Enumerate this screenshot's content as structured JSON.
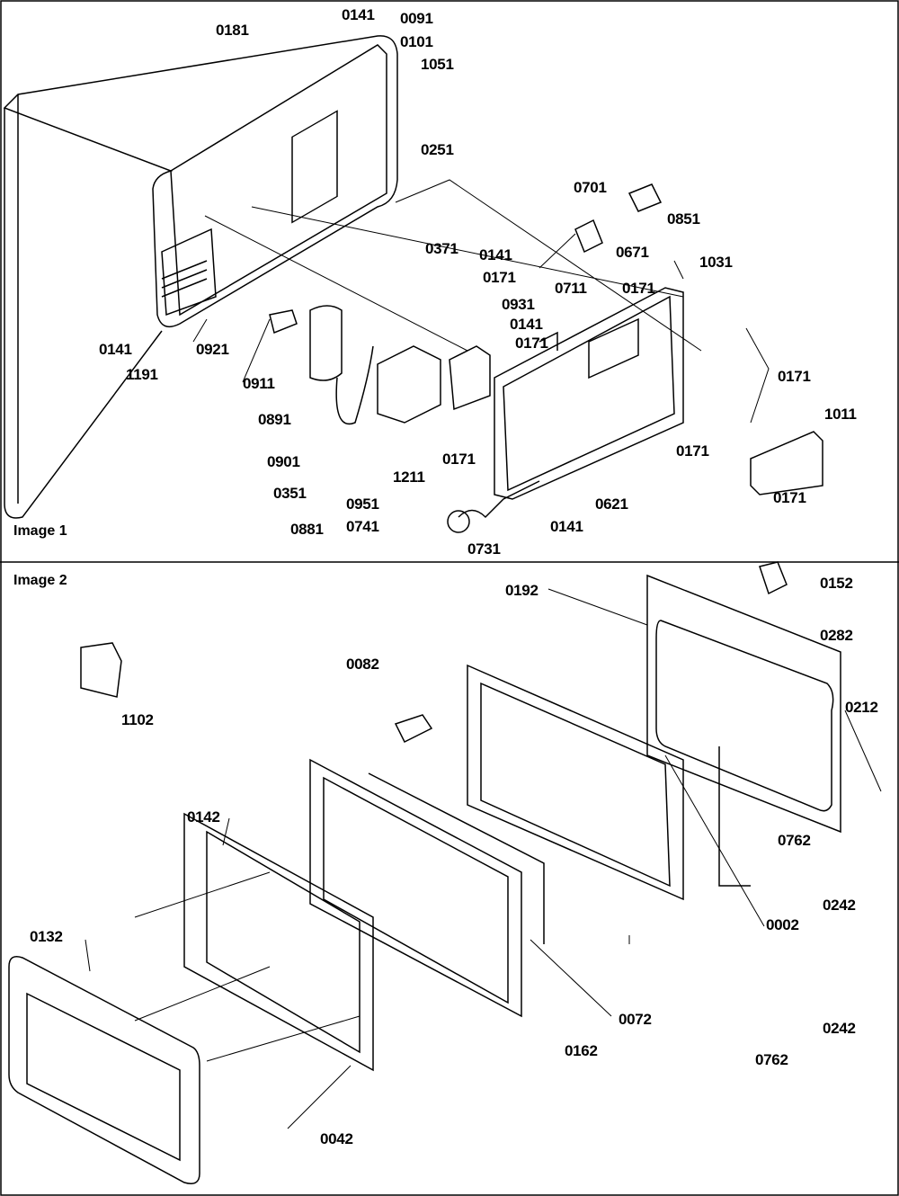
{
  "image1": {
    "caption": "Image 1",
    "labels": [
      "0181",
      "0141",
      "0091",
      "0101",
      "1051",
      "0251",
      "0701",
      "0851",
      "0671",
      "0371",
      "0141",
      "0171",
      "0711",
      "0171",
      "1031",
      "0931",
      "0141",
      "0171",
      "0171",
      "1011",
      "0141",
      "1191",
      "0921",
      "0911",
      "0891",
      "0901",
      "0351",
      "0881",
      "0951",
      "0741",
      "1211",
      "0171",
      "0171",
      "0621",
      "0141",
      "0171",
      "0731"
    ]
  },
  "image2": {
    "caption": "Image 2",
    "labels": [
      "0192",
      "0152",
      "0282",
      "0082",
      "1102",
      "0212",
      "0762",
      "0242",
      "0142",
      "0132",
      "0002",
      "0072",
      "0242",
      "0162",
      "0762",
      "0042"
    ]
  }
}
